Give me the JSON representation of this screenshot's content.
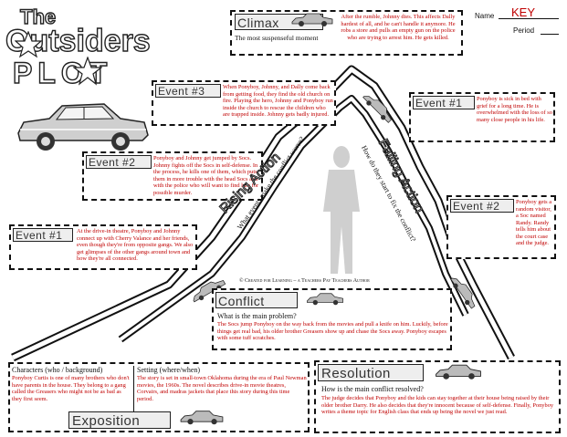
{
  "title": {
    "line1": "The",
    "line2": "Outsiders",
    "line3": "PLOT"
  },
  "name_label": "Name",
  "name_value": "KEY",
  "period_label": "Period",
  "colors": {
    "answer_red": "#c00000",
    "ink": "#111111",
    "header_gray": "#eeeeee"
  },
  "climax": {
    "heading": "Climax",
    "prompt": "The most suspenseful moment",
    "answer": "After the rumble, Johnny dies. This affects Dally hardest of all, and he can't handle it anymore. He robs a store and pulls an empty gun on the police who are trying to arrest him. He gets killed."
  },
  "event3": {
    "heading": "Event #3",
    "answer": "When Ponyboy, Johnny, and Dally come back from getting food, they find the old church on fire. Playing the hero, Johnny and Ponyboy run inside the church to rescue the children who are trapped inside. Johnny gets badly injured."
  },
  "event2": {
    "heading": "Event #2",
    "answer": "Ponyboy and Johnny get jumped by Socs. Johnny fights off the Socs in self-defense. In the process, he kills one of them, which puts them in more trouble with the head Socs and with the police who will want to find him for possible murder."
  },
  "event1": {
    "heading": "Event #1",
    "answer": "At the drive-in theatre, Ponyboy and Johnny connect up with Cherry Valance and her friends, even though they're from opposite gangs. We also get glimpses of the other gangs around town and how they're all connected."
  },
  "falling_event1": {
    "heading": "Event #1",
    "answer": "Ponyboy is sick in bed with grief for a long time. He is overwhelmed with the loss of so many close people in his life."
  },
  "falling_event2": {
    "heading": "Event #2",
    "answer": "Ponyboy gets a random visitor, a Soc named Randy. Randy tells him about the court case and the judge."
  },
  "rising_action": {
    "label": "Rising Action",
    "question": "What events make the conflict worse?"
  },
  "falling_action": {
    "label": "Falling Action",
    "question": "How do they start to fix the conflict?"
  },
  "credit": "© Created for Learning – a Teachers Pay Teachers Author",
  "conflict": {
    "heading": "Conflict",
    "prompt": "What is the main problem?",
    "answer": "The Socs jump Ponyboy on the way back from the movies and pull a knife on him. Luckily, before things get real bad, his older brother Greasers show up and chase the Socs away. Ponyboy escapes with some tuff scratches."
  },
  "exposition": {
    "heading": "Exposition",
    "characters_label": "Characters (who / background)",
    "characters_answer": "Ponyboy Curtis is one of many brothers who don't have parents in the house. They belong to a gang called the Greasers who might not be as bad as they first seem.",
    "setting_label": "Setting (where/when)",
    "setting_answer": "The story is set in small-town Oklahoma during the era of Paul Newman movies, the 1960s. The novel describes drive-in movie theatres, Corvairs, and madras jackets that place this story during this time period."
  },
  "resolution": {
    "heading": "Resolution",
    "prompt": "How is the main conflict resolved?",
    "answer": "The judge decides that Ponyboy and the kids can stay together at their house being raised by their older brother Darry. He also decides that they're innocent because of self-defense. Finally, Ponyboy writes a theme topic for English class that ends up being the novel we just read."
  }
}
